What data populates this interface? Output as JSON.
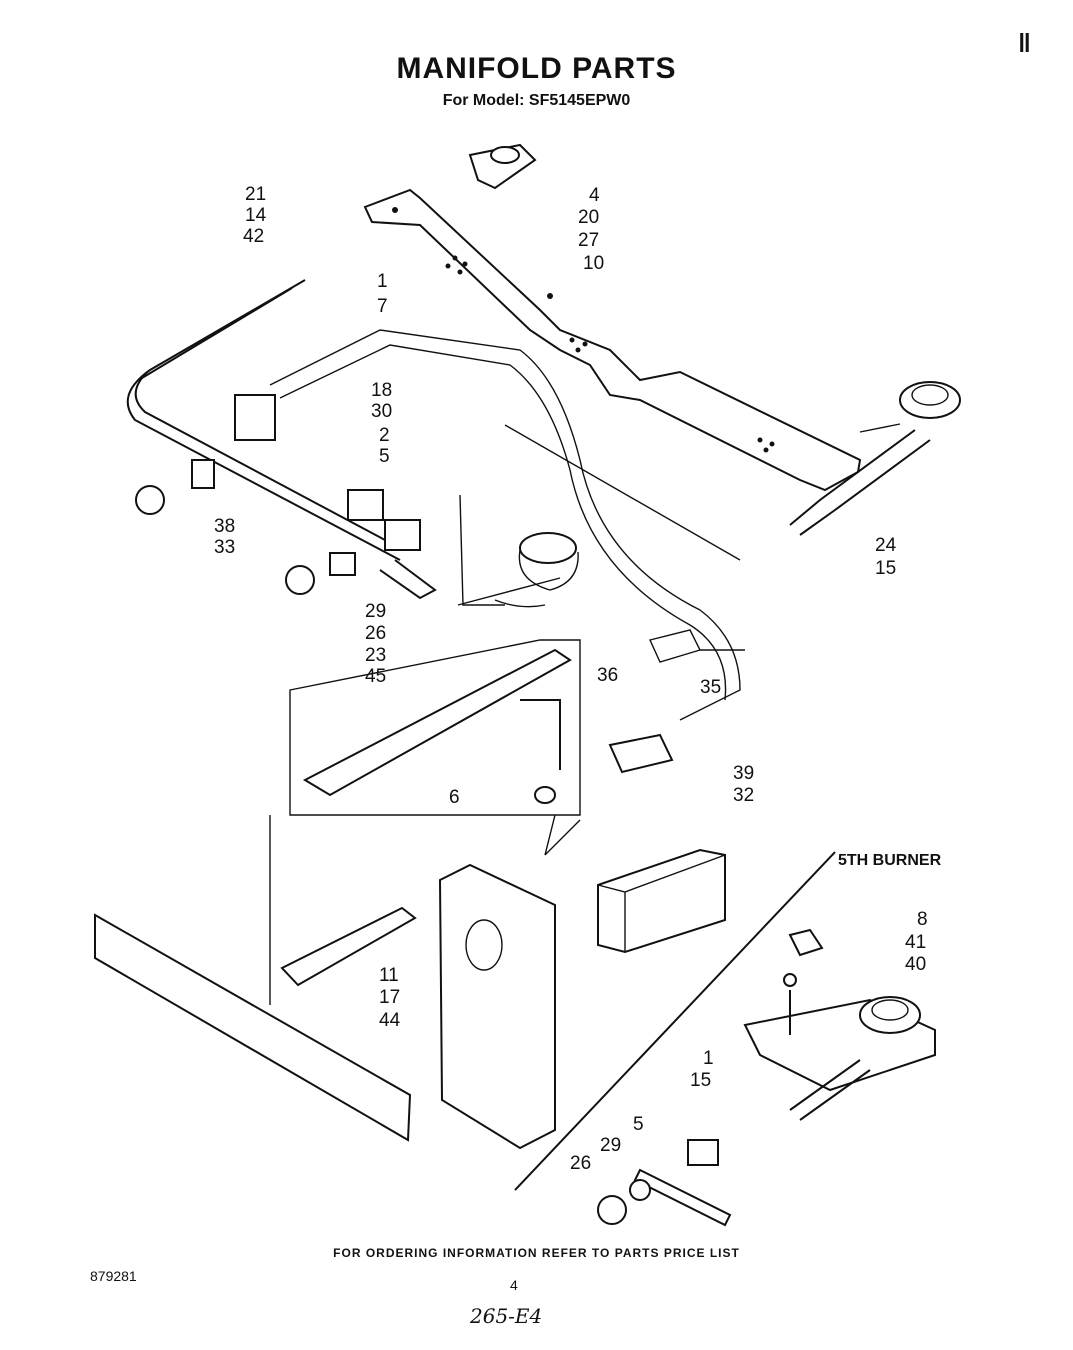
{
  "header": {
    "marker": "‖",
    "title": "MANIFOLD PARTS",
    "subtitle": "For Model: SF5145EPW0"
  },
  "callouts": {
    "c21": "21",
    "c14": "14",
    "c42": "42",
    "c4": "4",
    "c20": "20",
    "c27": "27",
    "c10": "10",
    "c1a": "1",
    "c7": "7",
    "c18": "18",
    "c30": "30",
    "c2": "2",
    "c5a": "5",
    "c38": "38",
    "c33": "33",
    "c29a": "29",
    "c26a": "26",
    "c23": "23",
    "c45": "45",
    "c24": "24",
    "c15a": "15",
    "c36": "36",
    "c35": "35",
    "c6": "6",
    "c39": "39",
    "c32": "32",
    "c11": "11",
    "c17": "17",
    "c44": "44",
    "c8": "8",
    "c41": "41",
    "c40": "40",
    "c1b": "1",
    "c15b": "15",
    "c5b": "5",
    "c29b": "29",
    "c26b": "26"
  },
  "section": {
    "fifth_burner": "5TH BURNER"
  },
  "footer": {
    "ordering_note": "FOR ORDERING INFORMATION REFER TO PARTS PRICE LIST",
    "doc_number": "879281",
    "page_number": "4",
    "handwritten_note": "265-E4"
  }
}
